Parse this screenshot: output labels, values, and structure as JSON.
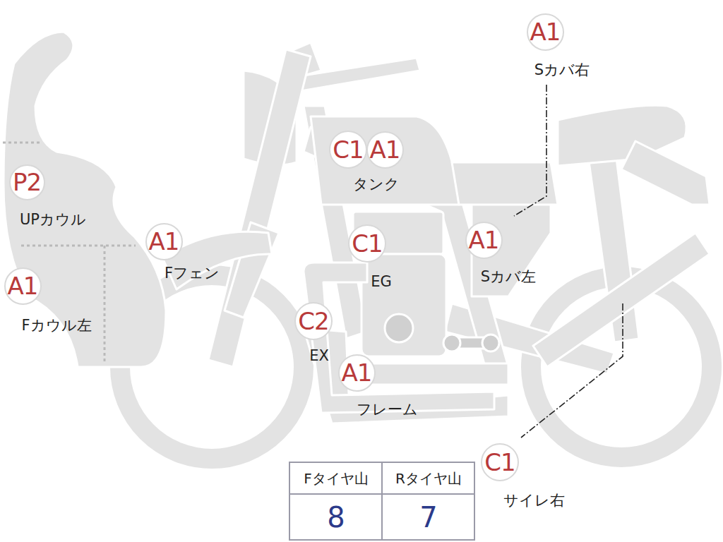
{
  "diagram": {
    "nodes": [
      {
        "text": [
          "A1"
        ]
      },
      {
        "text": [
          "C1"
        ]
      },
      {
        "text": [
          "A1"
        ]
      },
      {
        "text": [
          "P2"
        ]
      },
      {
        "text": [
          "A1"
        ]
      },
      {
        "text": [
          "C1"
        ]
      },
      {
        "text": [
          "A1"
        ]
      },
      {
        "text": [
          "A1"
        ]
      },
      {
        "text": [
          "C2"
        ]
      },
      {
        "text": [
          "A1"
        ]
      },
      {
        "text": [
          "C1"
        ]
      }
    ],
    "labels": [
      "Sカバ右",
      "タンク",
      "UPカウル",
      "Fフェン",
      "EG",
      "Sカバ左",
      "Fカウル左",
      "EX",
      "フレーム",
      "サイレ右",
      "Fタイヤ山",
      "Rタイヤ山",
      "8",
      "7"
    ]
  }
}
